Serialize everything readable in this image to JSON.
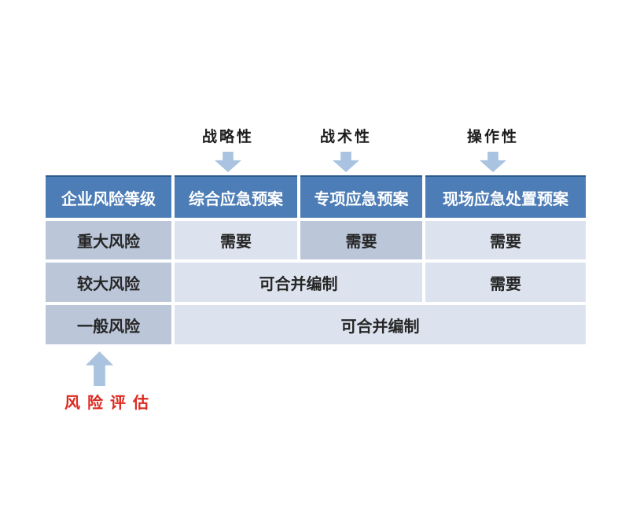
{
  "annotations": {
    "top_labels": [
      {
        "label": "战略性",
        "icon": "down-arrow-icon"
      },
      {
        "label": "战术性",
        "icon": "down-arrow-icon"
      },
      {
        "label": "操作性",
        "icon": "down-arrow-icon"
      }
    ],
    "bottom_label": "风险评估",
    "bottom_icon": "up-arrow-icon"
  },
  "table": {
    "header": [
      "企业风险等级",
      "综合应急预案",
      "专项应急预案",
      "现场应急处置预案"
    ],
    "rows": [
      {
        "level": "重大风险",
        "cells": [
          {
            "text": "需要",
            "span": 1,
            "highlight": false
          },
          {
            "text": "需要",
            "span": 1,
            "highlight": true
          },
          {
            "text": "需要",
            "span": 1,
            "highlight": false
          }
        ]
      },
      {
        "level": "较大风险",
        "cells": [
          {
            "text": "可合并编制",
            "span": 2,
            "highlight": false
          },
          {
            "text": "需要",
            "span": 1,
            "highlight": false
          }
        ]
      },
      {
        "level": "一般风险",
        "cells": [
          {
            "text": "可合并编制",
            "span": 3,
            "highlight": false
          }
        ]
      }
    ]
  },
  "colors": {
    "header_bg": "#4d7db6",
    "header_top_edge": "#2e5b8d",
    "header_text": "#ffffff",
    "level_column_bg": "#bbc6d9",
    "highlight_cell_bg": "#bbc6d9",
    "body_cell_bg": "#dde3ee",
    "body_text": "#262626",
    "arrow": "#a9c3e0",
    "red_label": "#dd2a20",
    "page_bg": "#ffffff"
  }
}
